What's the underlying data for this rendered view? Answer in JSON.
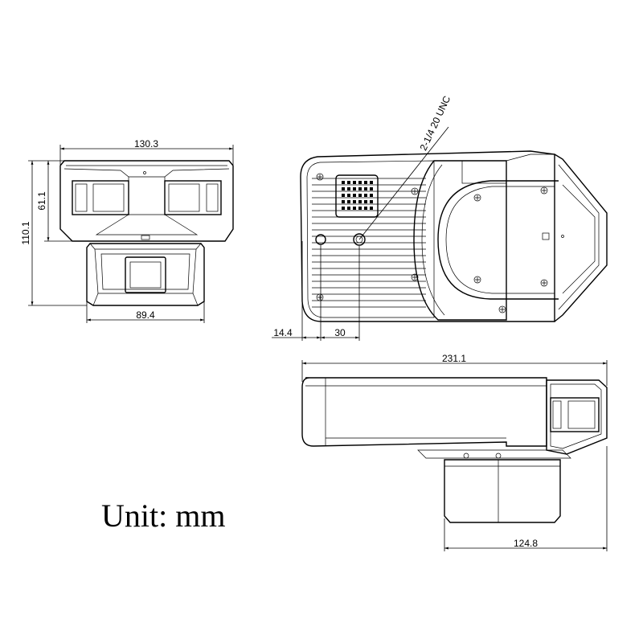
{
  "dimensions": {
    "front_width": "130.3",
    "front_upper_height": "61.1",
    "front_total_height": "110.1",
    "front_lower_width": "89.4",
    "top_offset_1": "14.4",
    "top_offset_2": "30",
    "thread_spec": "2-1/4 20 UNC",
    "side_total_length": "231.1",
    "side_lower_length": "124.8"
  },
  "unit_label": "Unit: mm"
}
